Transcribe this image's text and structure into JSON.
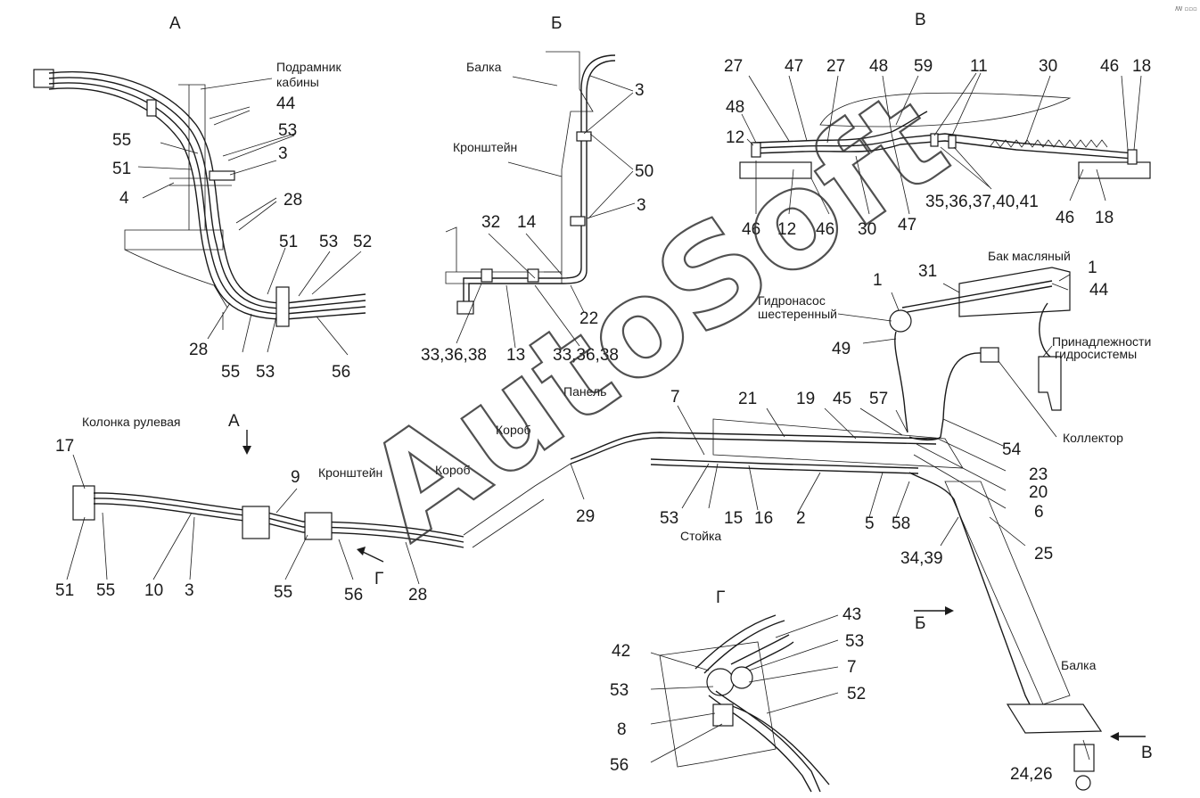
{
  "views": {
    "a": "А",
    "b": "Б",
    "v": "В",
    "g": "Г"
  },
  "captions": {
    "subframe_1": "Подрамник",
    "subframe_2": "кабины",
    "beam_top": "Балка",
    "bracket_b": "Кронштейн",
    "oil_tank": "Бак масляный",
    "pump_1": "Гидронасос",
    "pump_2": "шестеренный",
    "acc_1": "Принадлежности",
    "acc_2": "гидросистемы",
    "collector": "Коллектор",
    "steering_column": "Колонка рулевая",
    "bracket_main": "Кронштейн",
    "box_1": "Короб",
    "box_2": "Короб",
    "panel": "Панель",
    "stand": "Стойка",
    "beam_bottom": "Балка"
  },
  "callouts": {
    "a_44": "44",
    "a_53": "53",
    "a_55": "55",
    "a_3": "3",
    "a_51": "51",
    "a_4": "4",
    "a_28": "28",
    "a_51b": "51",
    "a_53b": "53",
    "a_52": "52",
    "a_28b": "28",
    "a_55b": "55",
    "a_53c": "53",
    "a_56": "56",
    "b_3": "3",
    "b_50": "50",
    "b_3b": "3",
    "b_32": "32",
    "b_14": "14",
    "b_22": "22",
    "b_333638": "33,36,38",
    "b_13": "13",
    "b_333638b": "33,36,38",
    "v_27": "27",
    "v_47": "47",
    "v_27b": "27",
    "v_48": "48",
    "v_59": "59",
    "v_11": "11",
    "v_30": "30",
    "v_46": "46",
    "v_18": "18",
    "v_48b": "48",
    "v_12": "12",
    "v_46b": "46",
    "v_12b": "12",
    "v_46c": "46",
    "v_30b": "30",
    "v_47b": "47",
    "v_35": "35,36,37,40,41",
    "v_46d": "46",
    "v_18b": "18",
    "m_31": "31",
    "m_1": "1",
    "m_1b": "1",
    "m_44": "44",
    "m_49": "49",
    "m_21": "21",
    "m_19": "19",
    "m_45": "45",
    "m_57": "57",
    "m_54": "54",
    "m_23": "23",
    "m_20": "20",
    "m_6": "6",
    "m_7": "7",
    "m_17": "17",
    "m_9": "9",
    "m_29": "29",
    "m_53": "53",
    "m_15": "15",
    "m_16": "16",
    "m_2": "2",
    "m_5": "5",
    "m_58": "58",
    "m_51": "51",
    "m_55": "55",
    "m_10": "10",
    "m_3": "3",
    "m_55b": "55",
    "m_56": "56",
    "m_28": "28",
    "m_3439": "34,39",
    "m_25": "25",
    "m_2426": "24,26",
    "g_43": "43",
    "g_42": "42",
    "g_53": "53",
    "g_7": "7",
    "g_53b": "53",
    "g_52": "52",
    "g_8": "8",
    "g_56": "56"
  },
  "watermark": {
    "text": "AutoSoft",
    "corner": "ꟿ ▫▫▫",
    "color": "#333333"
  }
}
